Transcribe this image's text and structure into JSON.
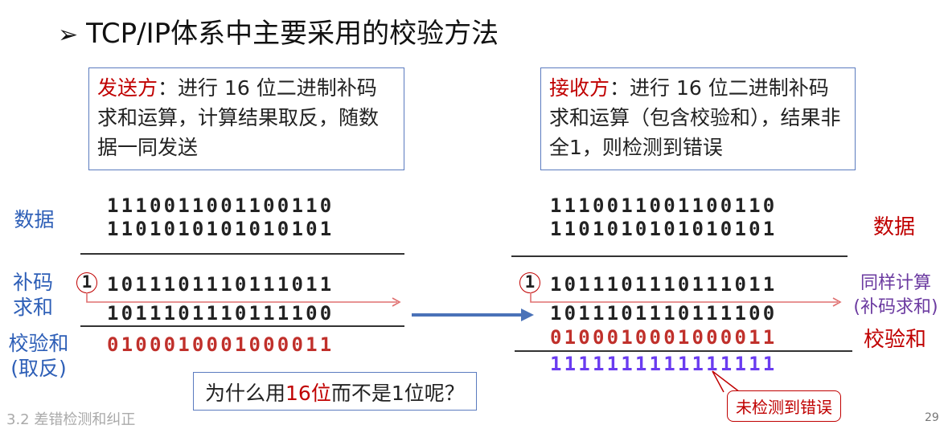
{
  "title": "TCP/IP体系中主要采用的校验方法",
  "sender": {
    "highlight": "发送方",
    "text": "：进行 16 位二进制补码求和运算，计算结果取反，随数据一同发送"
  },
  "receiver": {
    "highlight": "接收方",
    "text": "：进行 16 位二进制补码求和运算（包含校验和），结果非全1，则检测到错误"
  },
  "left": {
    "data_label": "数据",
    "sum_label": "补码求和",
    "checksum_label": "校验和(取反)",
    "data1": "1110011001100110",
    "data2": "1101010101010101",
    "carry": "1",
    "sum_raw": "1011101110111011",
    "sum_wrapped": "1011101110111100",
    "checksum": "0100010001000011"
  },
  "right": {
    "data_label": "数据",
    "same_calc_label": "同样计算(补码求和)",
    "checksum_label": "校验和",
    "data1": "1110011001100110",
    "data2": "1101010101010101",
    "carry": "1",
    "sum_raw": "1011101110111011",
    "sum_wrapped": "1011101110111100",
    "checksum": "0100010001000011",
    "result": "1111111111111111",
    "result_note": "未检测到错误"
  },
  "question": {
    "pre": "为什么用",
    "highlight": "16位",
    "post": "而不是1位呢？"
  },
  "footer": "3.2 差错检测和纠正",
  "page_number": "29",
  "colors": {
    "red": "#c00000",
    "blue": "#2e5fb7",
    "purple": "#6a3cf0",
    "arrow": "#4a72b8"
  }
}
